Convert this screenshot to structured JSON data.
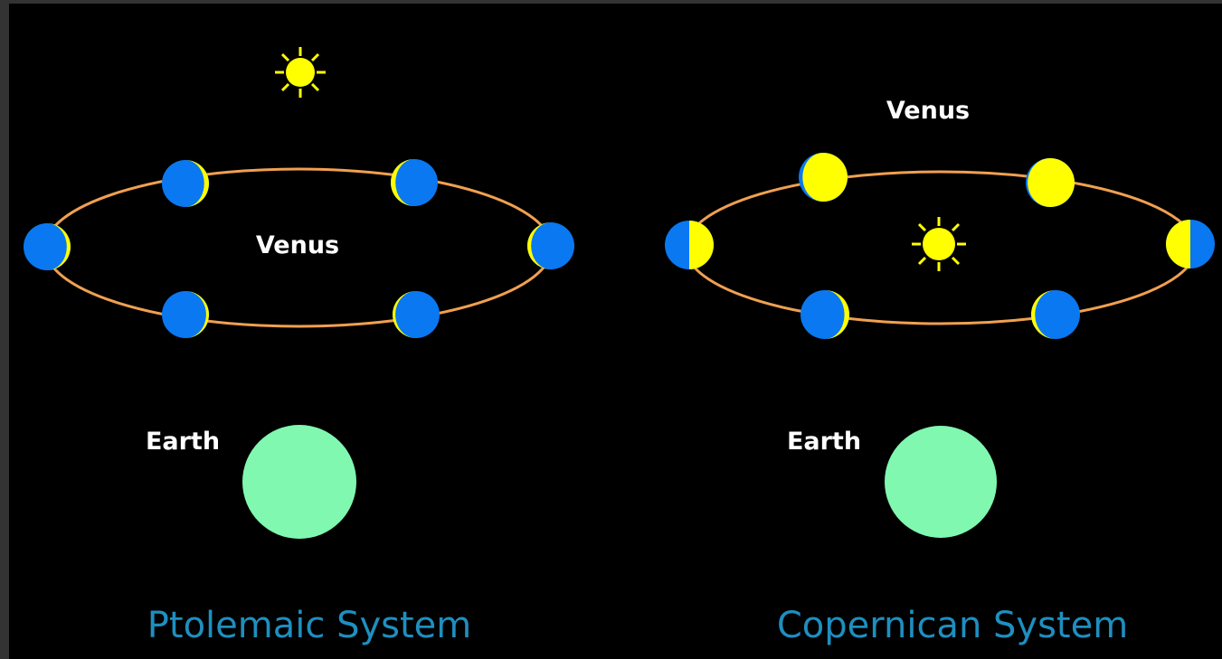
{
  "colors": {
    "background": "#000000",
    "frame": "#333333",
    "orbit": "#f0a050",
    "venus_dark": "#0a78f0",
    "venus_lit": "#ffff00",
    "sun": "#ffff00",
    "earth": "#80f8b0",
    "caption": "#1e8fc0",
    "label": "#ffffff"
  },
  "ptolemaic": {
    "caption": "Ptolemaic System",
    "venus_label": "Venus",
    "earth_label": "Earth",
    "phases": [
      0.08,
      0.1,
      0.1,
      0.08,
      0.06,
      0.06
    ]
  },
  "copernican": {
    "caption": "Copernican System",
    "venus_label": "Venus",
    "earth_label": "Earth",
    "phases": [
      0.5,
      0.92,
      0.96,
      0.5,
      0.08,
      0.1
    ]
  }
}
